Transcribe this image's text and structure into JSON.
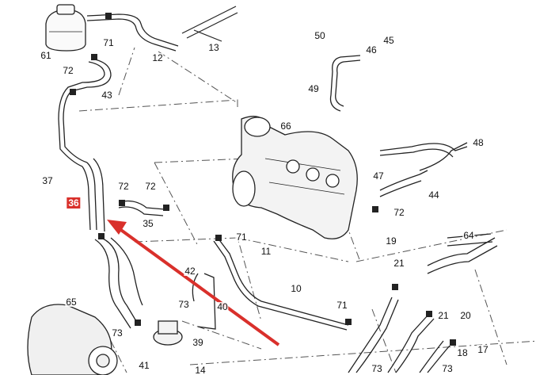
{
  "diagram": {
    "highlight_color": "#d9302b",
    "highlight_label": "36",
    "labels": [
      "61",
      "71",
      "12",
      "13",
      "72",
      "43",
      "50",
      "45",
      "46",
      "49",
      "66",
      "37",
      "72",
      "35",
      "72",
      "48",
      "47",
      "44",
      "72",
      "71",
      "11",
      "19",
      "21",
      "64",
      "42",
      "40",
      "73",
      "10",
      "65",
      "73",
      "39",
      "41",
      "71",
      "20",
      "21",
      "14",
      "73",
      "18",
      "17",
      "73",
      "36"
    ]
  }
}
